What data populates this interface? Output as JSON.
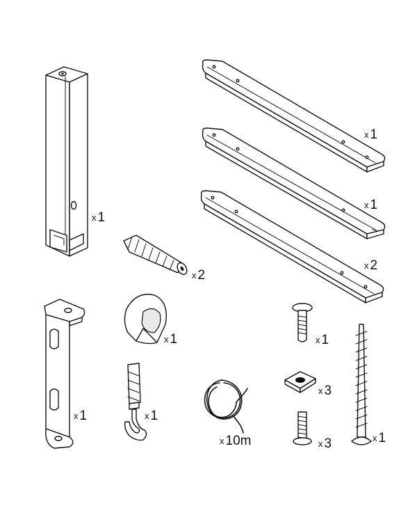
{
  "diagram": {
    "background": "#ffffff",
    "ink": "#111111",
    "parts": [
      {
        "name": "post",
        "quantity": "1"
      },
      {
        "name": "rail",
        "quantity": "1"
      },
      {
        "name": "rail",
        "quantity": "1"
      },
      {
        "name": "rail",
        "quantity": "2"
      },
      {
        "name": "wall-plug",
        "quantity": "2"
      },
      {
        "name": "wall-bracket",
        "quantity": "1"
      },
      {
        "name": "rope-guide",
        "quantity": "1"
      },
      {
        "name": "hook-with-plug",
        "quantity": "1"
      },
      {
        "name": "wire",
        "quantity": "10m"
      },
      {
        "name": "carriage-bolt",
        "quantity": "1"
      },
      {
        "name": "square-nut",
        "quantity": "3"
      },
      {
        "name": "threaded-bolt",
        "quantity": "3"
      },
      {
        "name": "long-screw",
        "quantity": "1"
      }
    ]
  }
}
